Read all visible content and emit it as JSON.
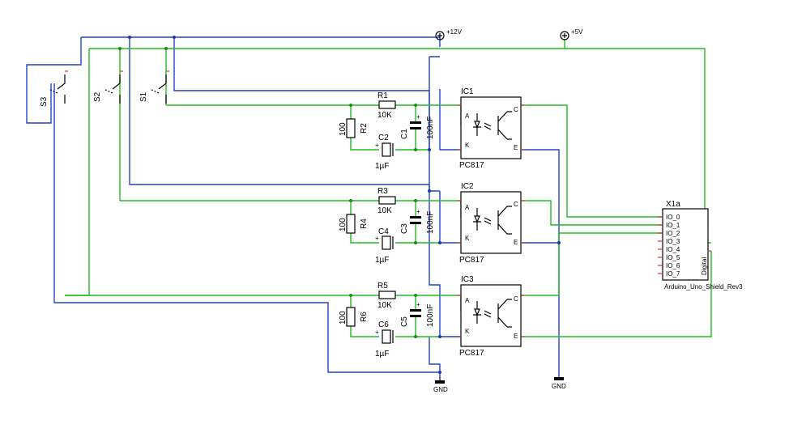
{
  "supplies": {
    "vcc12": "+12V",
    "vcc5": "+5V",
    "gnd1": "GND",
    "gnd2": "GND"
  },
  "switches": {
    "s1": "S1",
    "s2": "S2",
    "s3": "S3"
  },
  "channels": [
    {
      "r_series_name": "R1",
      "r_series_value": "10K",
      "r_shunt_name": "R2",
      "r_shunt_value": "100",
      "c_film_name": "C1",
      "c_film_value": "100nF",
      "c_elec_name": "C2",
      "c_elec_value": "1µF",
      "ic_name": "IC1",
      "ic_part": "PC817"
    },
    {
      "r_series_name": "R3",
      "r_series_value": "10K",
      "r_shunt_name": "R4",
      "r_shunt_value": "100",
      "c_film_name": "C3",
      "c_film_value": "100nF",
      "c_elec_name": "C4",
      "c_elec_value": "1µF",
      "ic_name": "IC2",
      "ic_part": "PC817"
    },
    {
      "r_series_name": "R5",
      "r_series_value": "10K",
      "r_shunt_name": "R6",
      "r_shunt_value": "100",
      "c_film_name": "C5",
      "c_film_value": "100nF",
      "c_elec_name": "C6",
      "c_elec_value": "1µF",
      "ic_name": "IC3",
      "ic_part": "PC817"
    }
  ],
  "opto_pins": {
    "a": "A",
    "k": "K",
    "c": "C",
    "e": "E"
  },
  "connector": {
    "name": "X1a",
    "pins": [
      "IO_0",
      "IO_1",
      "IO_2",
      "IO_3",
      "IO_4",
      "IO_5",
      "IO_6",
      "IO_7"
    ],
    "side_label": "Digital",
    "part": "Arduino_Uno_Shield_Rev3"
  },
  "colors": {
    "wire_blue": "#2244cc",
    "wire_green": "#22bb22",
    "pin_red": "#e03030"
  }
}
